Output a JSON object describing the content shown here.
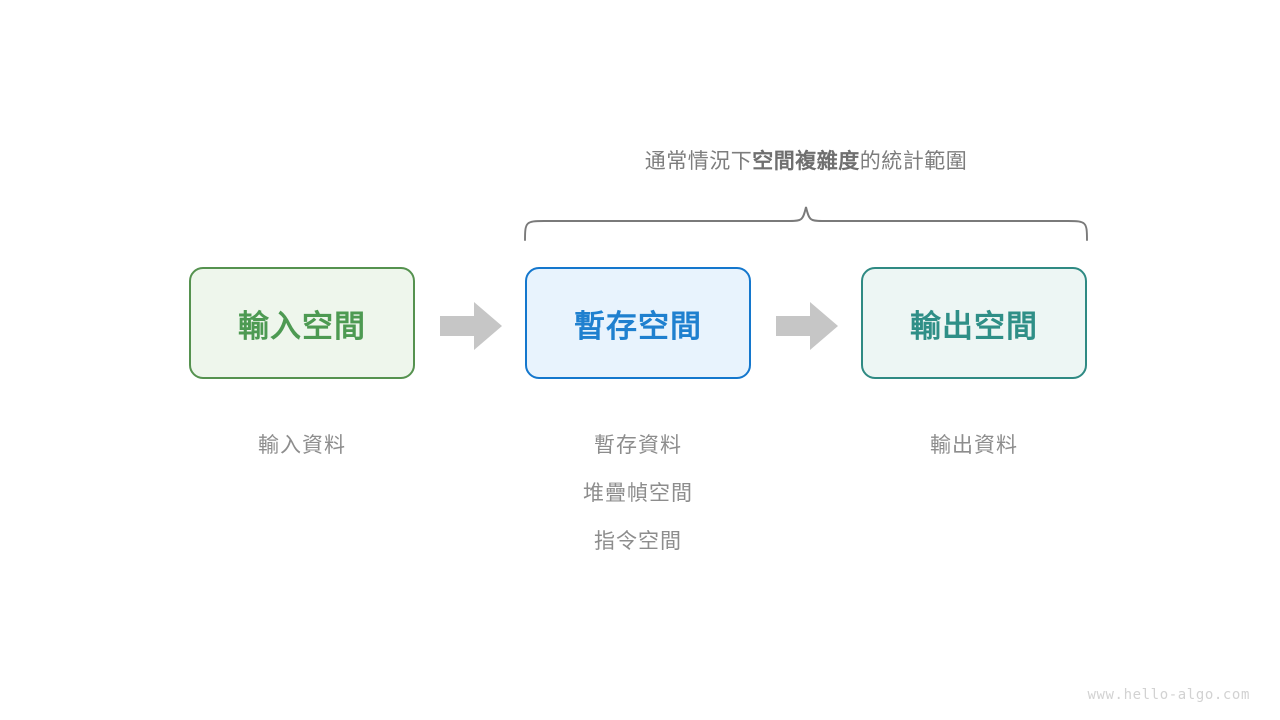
{
  "brace_caption": {
    "prefix": "通常情況下",
    "emphasis": "空間複雜度",
    "suffix": "的統計範圍"
  },
  "boxes": [
    {
      "id": "input-space",
      "label": "輸入空間",
      "border_color": "#55924f",
      "fill_color": "#eef6ec",
      "text_color": "#4d9a52"
    },
    {
      "id": "temp-space",
      "label": "暫存空間",
      "border_color": "#1477cd",
      "fill_color": "#e8f3fd",
      "text_color": "#1f80cf"
    },
    {
      "id": "output-space",
      "label": "輸出空間",
      "border_color": "#2f8a83",
      "fill_color": "#edf6f4",
      "text_color": "#2f8f87"
    }
  ],
  "captions": {
    "input": [
      "輸入資料"
    ],
    "temp": [
      "暫存資料",
      "堆疊幀空間",
      "指令空間"
    ],
    "output": [
      "輸出資料"
    ]
  },
  "arrows": {
    "icon": "right-arrow-icon",
    "color": "#c6c6c6",
    "count": 2
  },
  "brace": {
    "icon": "curly-brace-icon",
    "color": "#7a7a7a"
  },
  "watermark": "www.hello-algo.com"
}
